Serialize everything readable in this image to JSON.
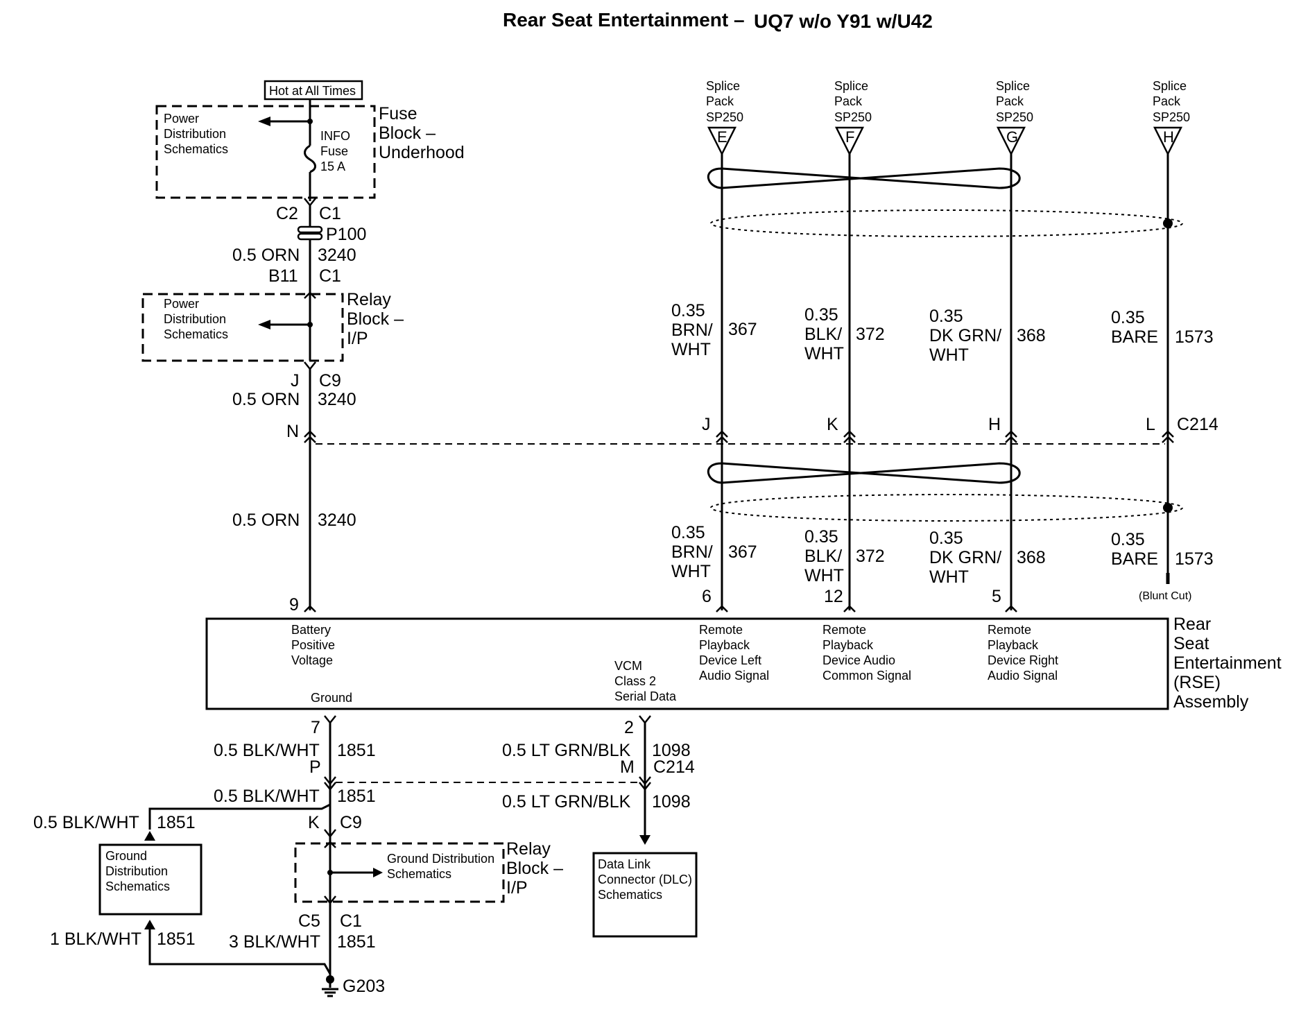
{
  "title": {
    "main": "Rear Seat Entertainment –",
    "variant": "UQ7 w/o Y91 w/U42"
  },
  "hot_label": "Hot at All Times",
  "fuse_block": {
    "schematics": [
      "Power",
      "Distribution",
      "Schematics"
    ],
    "fuse": [
      "INFO",
      "Fuse",
      "15 A"
    ],
    "name": [
      "Fuse",
      "Block –",
      "Underhood"
    ]
  },
  "conn_top": {
    "c2": "C2",
    "c1": "C1",
    "p100": "P100",
    "b11": "B11",
    "c1b": "C1"
  },
  "relay_top": {
    "schematics": [
      "Power",
      "Distribution",
      "Schematics"
    ],
    "name": [
      "Relay",
      "Block –",
      "I/P"
    ]
  },
  "conn_mid": {
    "j": "J",
    "c9": "C9",
    "n": "N"
  },
  "orn_wire": {
    "gauge": "0.5 ORN",
    "circuit": "3240"
  },
  "splices": [
    {
      "label": [
        "Splice",
        "Pack",
        "SP250"
      ],
      "pin": "E"
    },
    {
      "label": [
        "Splice",
        "Pack",
        "SP250"
      ],
      "pin": "F"
    },
    {
      "label": [
        "Splice",
        "Pack",
        "SP250"
      ],
      "pin": "G"
    },
    {
      "label": [
        "Splice",
        "Pack",
        "SP250"
      ],
      "pin": "H"
    }
  ],
  "rse_wires": [
    {
      "gauge": "0.35",
      "color": [
        "BRN/",
        "WHT"
      ],
      "circuit": "367",
      "c214_pin": "J",
      "rse_pin": "6"
    },
    {
      "gauge": "0.35",
      "color": [
        "BLK/",
        "WHT"
      ],
      "circuit": "372",
      "c214_pin": "K",
      "rse_pin": "12"
    },
    {
      "gauge": "0.35",
      "color": [
        "DK GRN/",
        "WHT"
      ],
      "circuit": "368",
      "c214_pin": "H",
      "rse_pin": "5"
    },
    {
      "gauge": "0.35",
      "color": [
        "BARE"
      ],
      "circuit": "1573",
      "c214_pin": "L",
      "rse_pin": ""
    }
  ],
  "c214_label": "C214",
  "blunt_cut": "(Blunt Cut)",
  "rse_pin_9": "9",
  "rse": {
    "battery": [
      "Battery",
      "Positive",
      "Voltage"
    ],
    "ground": "Ground",
    "vcm": [
      "VCM",
      "Class 2",
      "Serial Data"
    ],
    "left": [
      "Remote",
      "Playback",
      "Device Left",
      "Audio Signal"
    ],
    "common": [
      "Remote",
      "Playback",
      "Device Audio",
      "Common Signal"
    ],
    "right": [
      "Remote",
      "Playback",
      "Device Right",
      "Audio Signal"
    ],
    "name": [
      "Rear",
      "Seat",
      "Entertainment",
      "(RSE)",
      "Assembly"
    ]
  },
  "ground_side": {
    "pin7": "7",
    "wire": "0.5 BLK/WHT",
    "circuit": "1851",
    "p": "P",
    "k": "K",
    "c9": "C9",
    "c5": "C5",
    "c1": "C1",
    "wire_1": "1 BLK/WHT",
    "wire_3": "3 BLK/WHT",
    "g203": "G203",
    "gds_box": [
      "Ground",
      "Distribution",
      "Schematics"
    ],
    "relay_sch": [
      "Ground Distribution",
      "Schematics"
    ],
    "relay_name": [
      "Relay",
      "Block –",
      "I/P"
    ]
  },
  "serial_side": {
    "pin2": "2",
    "wire": "0.5 LT GRN/BLK",
    "circuit": "1098",
    "m": "M",
    "c214": "C214",
    "dlc": [
      "Data Link",
      "Connector (DLC)",
      "Schematics"
    ]
  }
}
